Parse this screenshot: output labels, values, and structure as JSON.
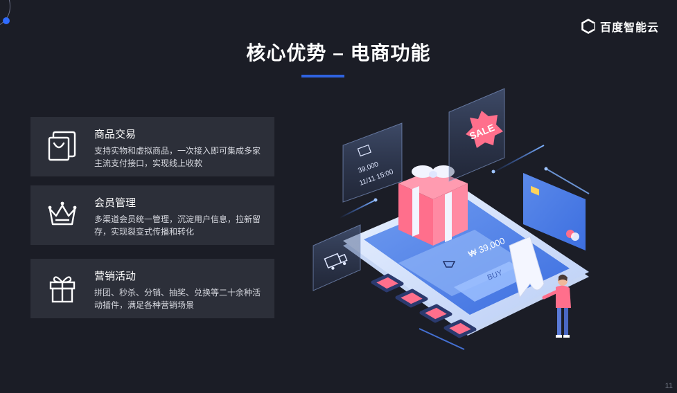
{
  "title": "核心优势 – 电商功能",
  "logo": {
    "text": "百度智能云",
    "icon": "baidu-cloud-hexagon-icon"
  },
  "cards": [
    {
      "title": "商品交易",
      "desc": "支持实物和虚拟商品，一次接入即可集成多家主流支付接口，实现线上收款",
      "icon": "shopping-bag-icon"
    },
    {
      "title": "会员管理",
      "desc": "多渠道会员统一管理，沉淀用户信息，拉新留存，实现裂变式传播和转化",
      "icon": "crown-icon"
    },
    {
      "title": "营销活动",
      "desc": "拼团、秒杀、分销、抽奖、兑换等二十余种活动插件，满足各种营销场景",
      "icon": "gift-icon"
    }
  ],
  "illustration": {
    "email_card_amount": "39,000",
    "email_card_date": "11/11 15:00",
    "sale_tag": "SALE",
    "price": "₩ 39,000",
    "buy_label": "BUY"
  },
  "page_number": "11",
  "colors": {
    "background": "#1b1d26",
    "accent": "#2f63e0",
    "card_bg": "#2c2f39"
  }
}
